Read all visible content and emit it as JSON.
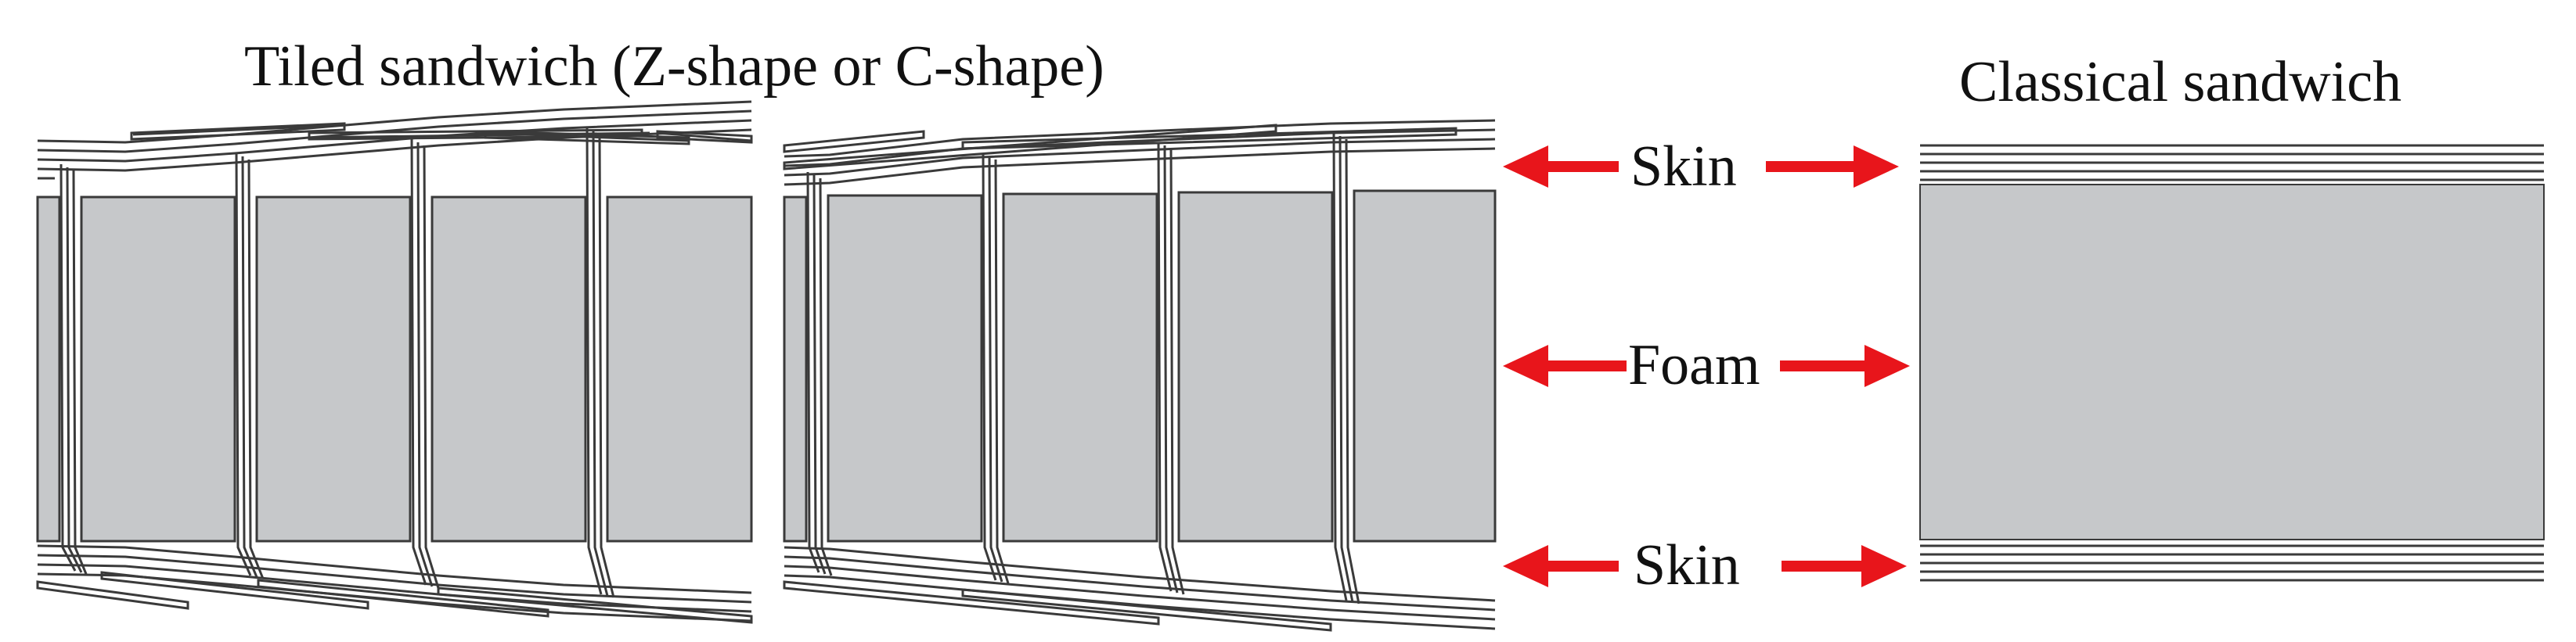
{
  "titles": {
    "tiled": "Tiled sandwich (Z-shape or C-shape)",
    "classical": "Classical sandwich"
  },
  "labels": {
    "skin_top": "Skin",
    "foam": "Foam",
    "skin_bottom": "Skin"
  },
  "colors": {
    "foam_fill": "#c6c8ca",
    "outline": "#3a3a3a",
    "arrow": "#e8151b",
    "text": "#111111",
    "background": "#ffffff"
  }
}
